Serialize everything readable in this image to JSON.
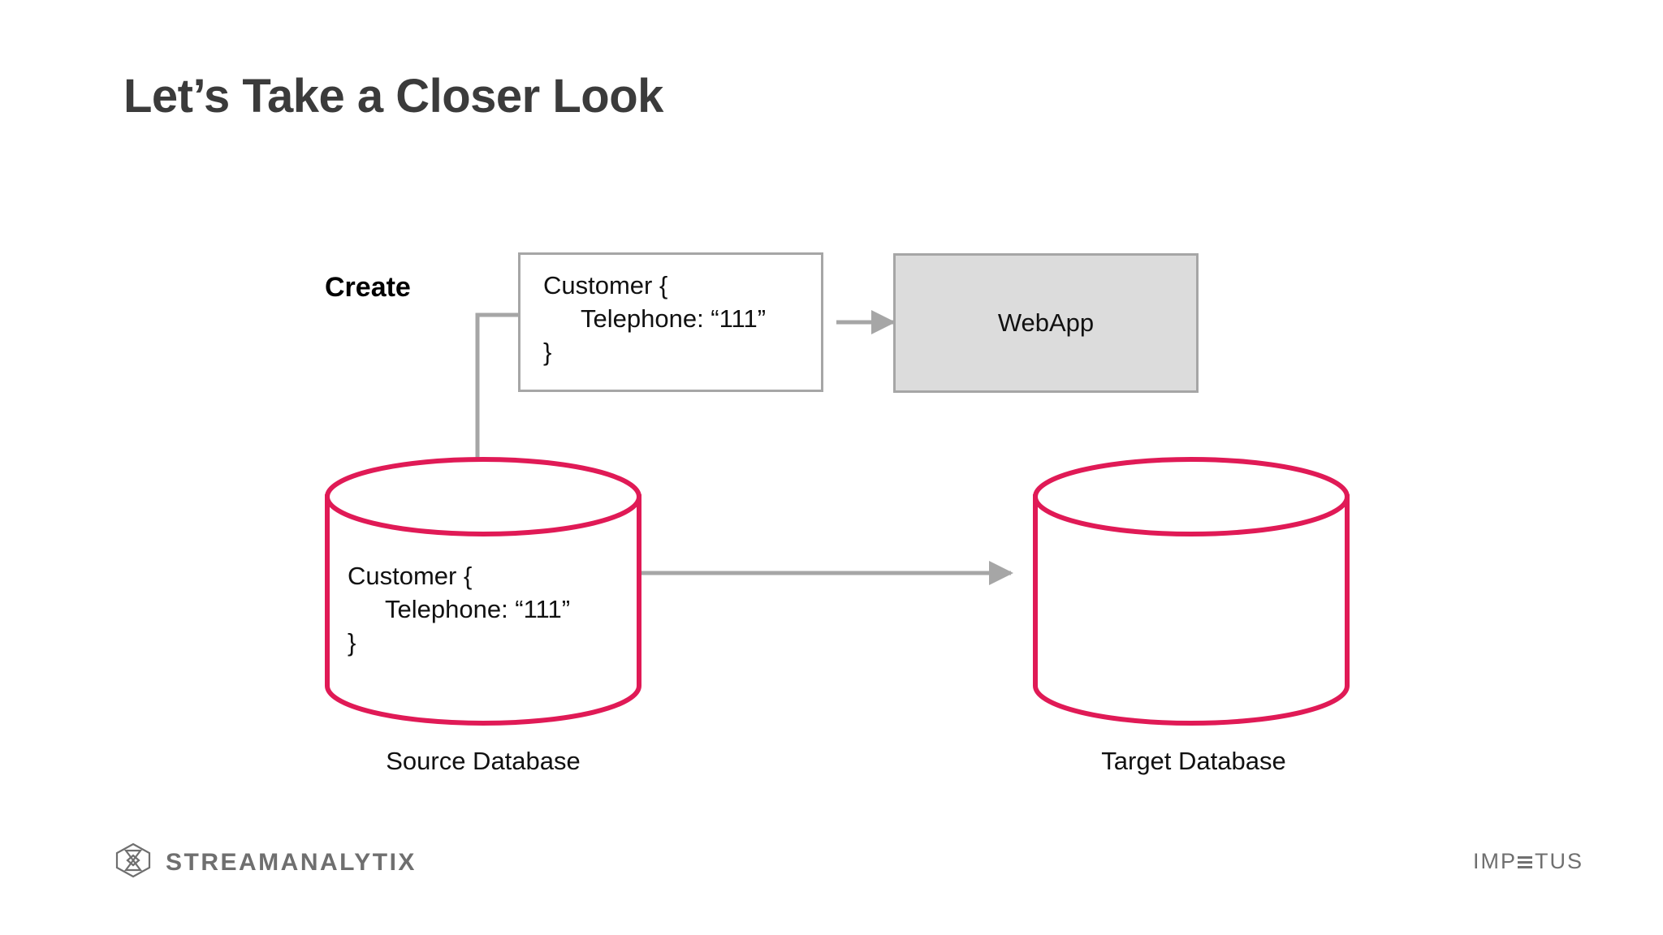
{
  "slide": {
    "title": "Let’s Take a Closer Look",
    "background_color": "#ffffff"
  },
  "colors": {
    "title_text": "#3b3b3b",
    "accent_crimson": "#e01a56",
    "box_border_gray": "#a6a6a6",
    "webapp_fill": "#dcdcdc",
    "connector_gray": "#a6a6a6",
    "logo_gray": "#6f6f6f",
    "body_text": "#111111"
  },
  "diagram": {
    "create_label": "Create",
    "customer_payload": {
      "line1": "Customer {",
      "line2": "Telephone: “111”",
      "line3": "}"
    },
    "webapp": {
      "label": "WebApp"
    },
    "source_database": {
      "caption": "Source Database",
      "contents": {
        "line1": "Customer {",
        "line2": "Telephone: “111”",
        "line3": "}"
      }
    },
    "target_database": {
      "caption": "Target Database",
      "contents": null
    },
    "connectors": [
      {
        "name": "webapp-to-customer-box",
        "from": "WebApp",
        "to": "Customer payload box",
        "direction": "left",
        "arrowhead": true
      },
      {
        "name": "customer-box-to-source-db",
        "from": "Customer payload box",
        "to": "Source Database",
        "direction": "down",
        "arrowhead": false
      },
      {
        "name": "source-db-to-target-db",
        "from": "Source Database",
        "to": "Target Database",
        "direction": "right",
        "arrowhead": true
      }
    ]
  },
  "footer": {
    "streamanalytix": {
      "wordmark": "STREAMANALYTIX",
      "icon": "hexagon-hourglass-icon"
    },
    "impetus": {
      "prefix": "IMP",
      "suffix": "TUS",
      "full": "IMPETUS"
    }
  }
}
